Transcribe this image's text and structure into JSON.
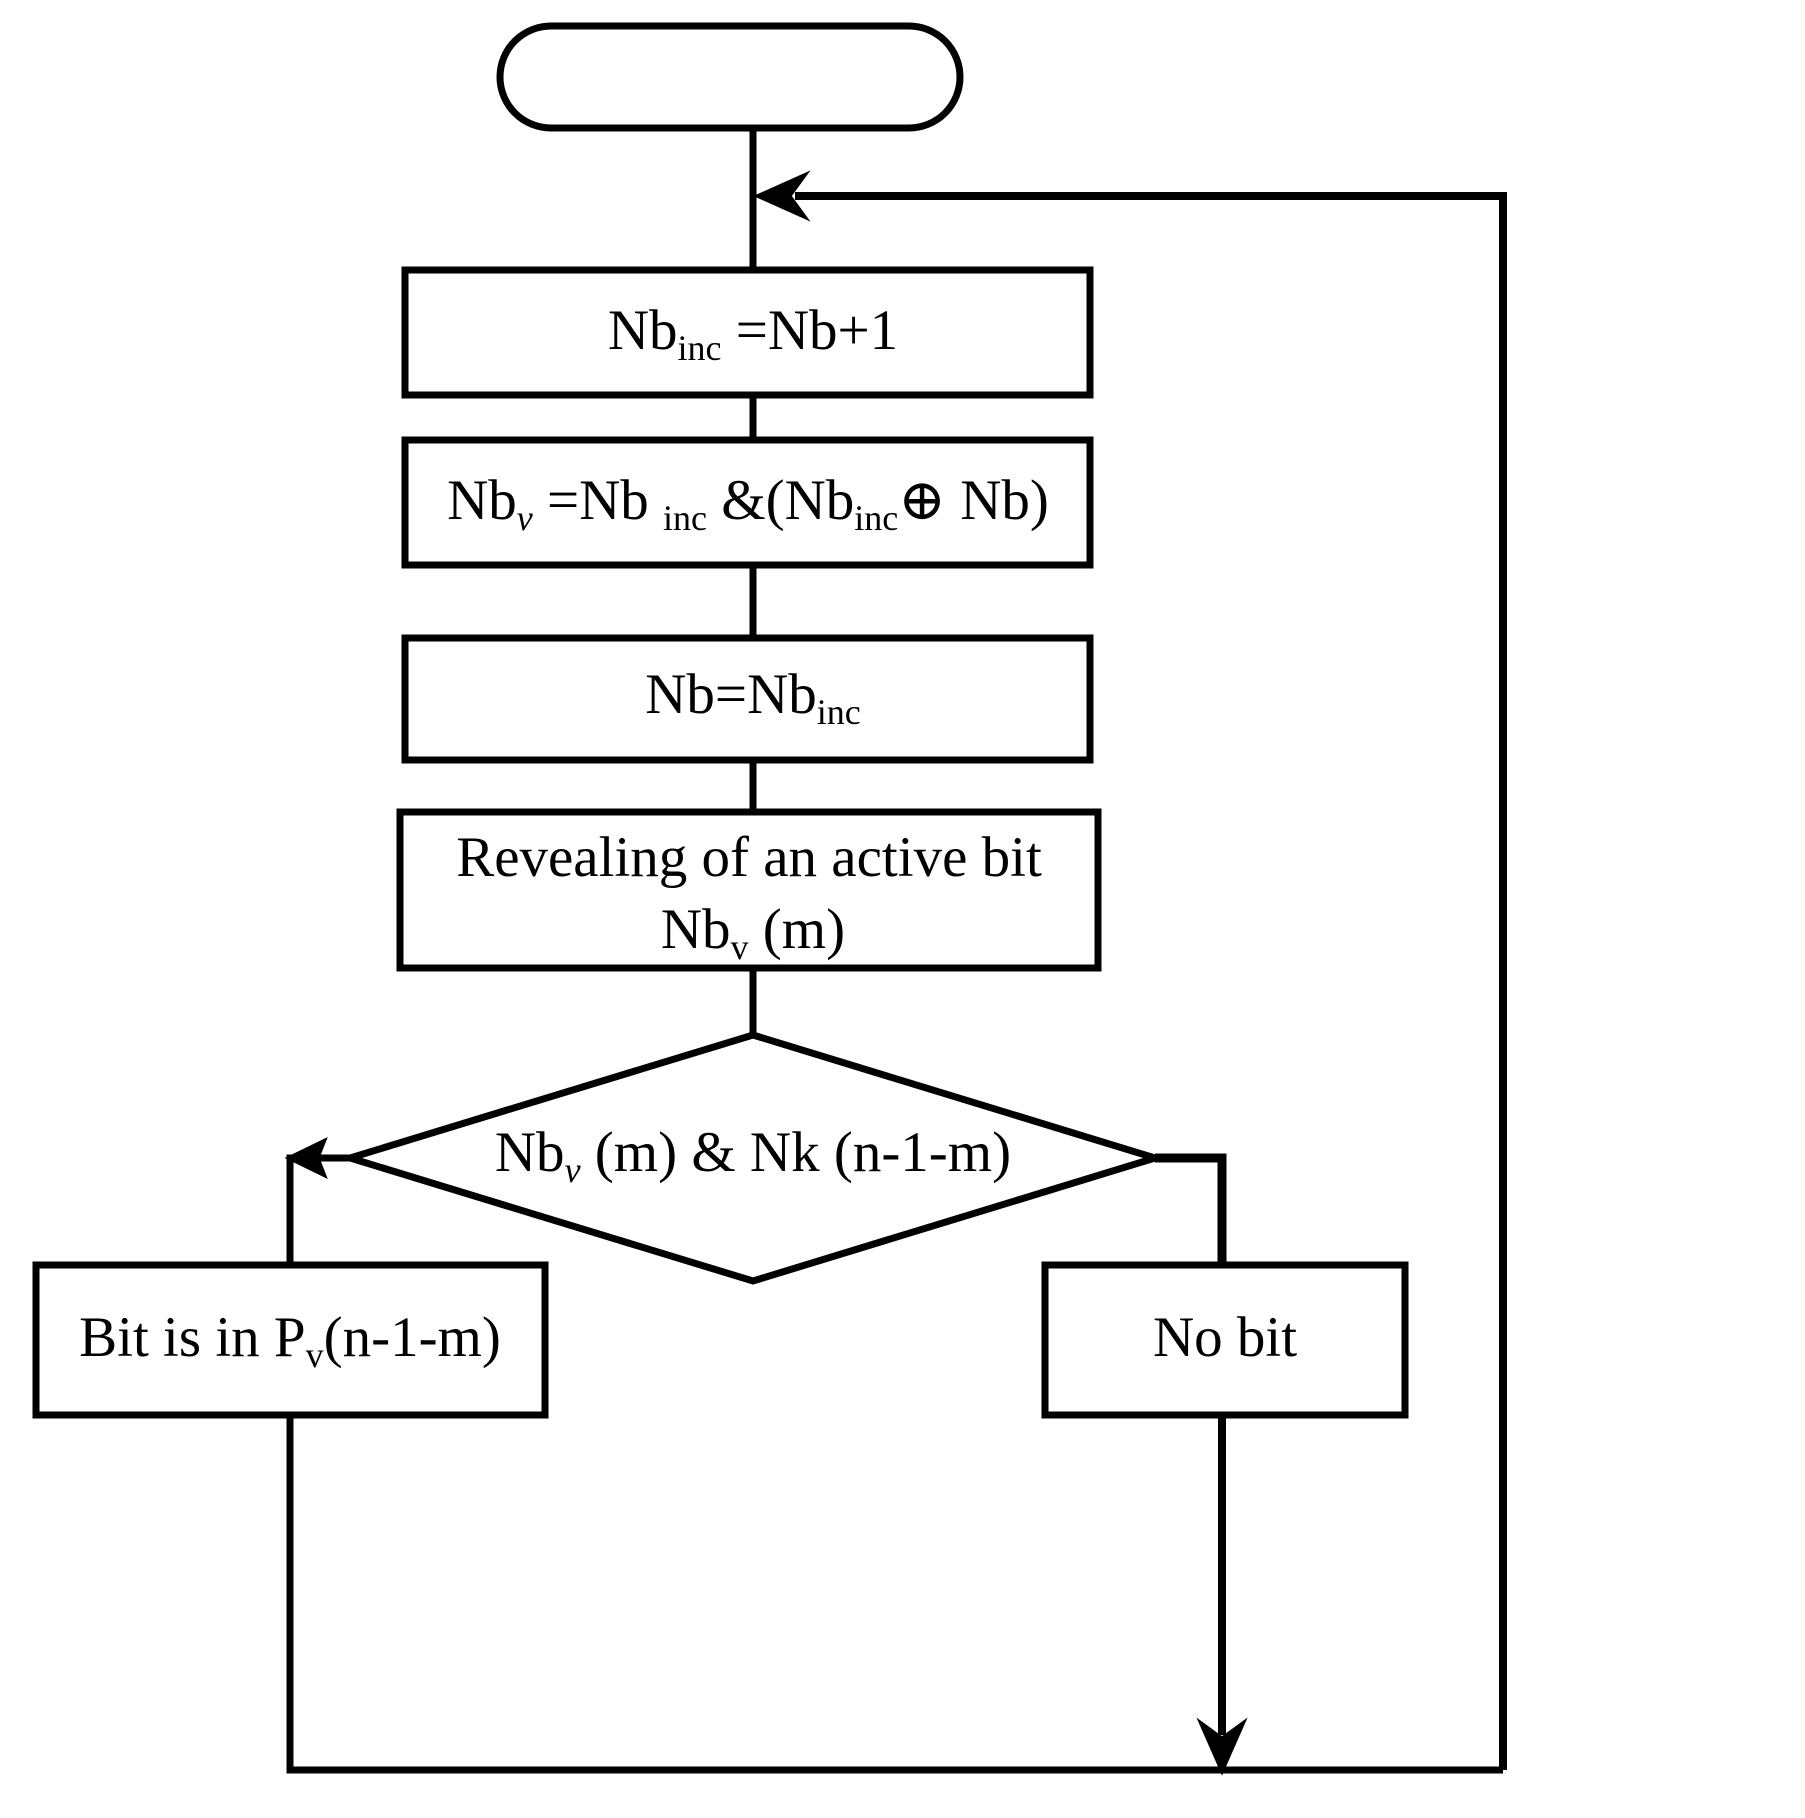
{
  "diagram": {
    "title": "Bit search flowchart",
    "background_color": "#ffffff",
    "stroke_color": "#000000",
    "text_color": "#000000"
  },
  "nodes": {
    "start": {
      "shape": "rounded-terminator",
      "label": ""
    },
    "process_increment": {
      "shape": "rectangle",
      "text_main_1": "Nb",
      "text_sub_1": "inc",
      "text_main_2": " =Nb+1"
    },
    "process_mask": {
      "shape": "rectangle",
      "seg_1": "Nb",
      "seg_1_sub": "v",
      "seg_2": " =Nb ",
      "seg_2_sub": "inc",
      "seg_3": " &(Nb",
      "seg_3_sub": "inc",
      "seg_4": "⊕ Nb)"
    },
    "process_assign": {
      "shape": "rectangle",
      "seg_1": "Nb=Nb",
      "seg_1_sub": "inc"
    },
    "process_reveal": {
      "shape": "rectangle",
      "line_1": "Revealing of an active bit",
      "line_2_main": "Nb",
      "line_2_sub": "v",
      "line_2_tail": " (m)"
    },
    "decision": {
      "shape": "diamond",
      "seg_1": "Nb",
      "seg_1_sub": "v",
      "seg_2": " (m) & Nk (n-1-m)"
    },
    "result_bit_found": {
      "shape": "rectangle",
      "seg_1": "Bit is in P",
      "seg_1_sub": "v",
      "seg_2": "(n-1-m)"
    },
    "result_no_bit": {
      "shape": "rectangle",
      "label": "No bit"
    }
  },
  "edges": [
    {
      "name": "start-to-increment",
      "from": "start",
      "to": "process_increment",
      "arrow": false
    },
    {
      "name": "increment-to-mask",
      "from": "process_increment",
      "to": "process_mask",
      "arrow": false
    },
    {
      "name": "mask-to-assign",
      "from": "process_mask",
      "to": "process_assign",
      "arrow": false
    },
    {
      "name": "assign-to-reveal",
      "from": "process_assign",
      "to": "process_reveal",
      "arrow": false
    },
    {
      "name": "reveal-to-decision",
      "from": "process_reveal",
      "to": "decision",
      "arrow": false
    },
    {
      "name": "decision-left-to-bit-found",
      "from": "decision",
      "to": "result_bit_found",
      "arrow": true
    },
    {
      "name": "decision-right-to-no-bit",
      "from": "decision",
      "to": "result_no_bit",
      "arrow": false
    },
    {
      "name": "bit-found-to-loop-rail",
      "from": "result_bit_found",
      "to": "loop_rail",
      "arrow": false
    },
    {
      "name": "no-bit-to-loop-rail",
      "from": "result_no_bit",
      "to": "loop_rail",
      "arrow": true
    },
    {
      "name": "loop-rail-back-to-spine",
      "from": "loop_rail",
      "to": "process_increment",
      "arrow": true
    }
  ]
}
